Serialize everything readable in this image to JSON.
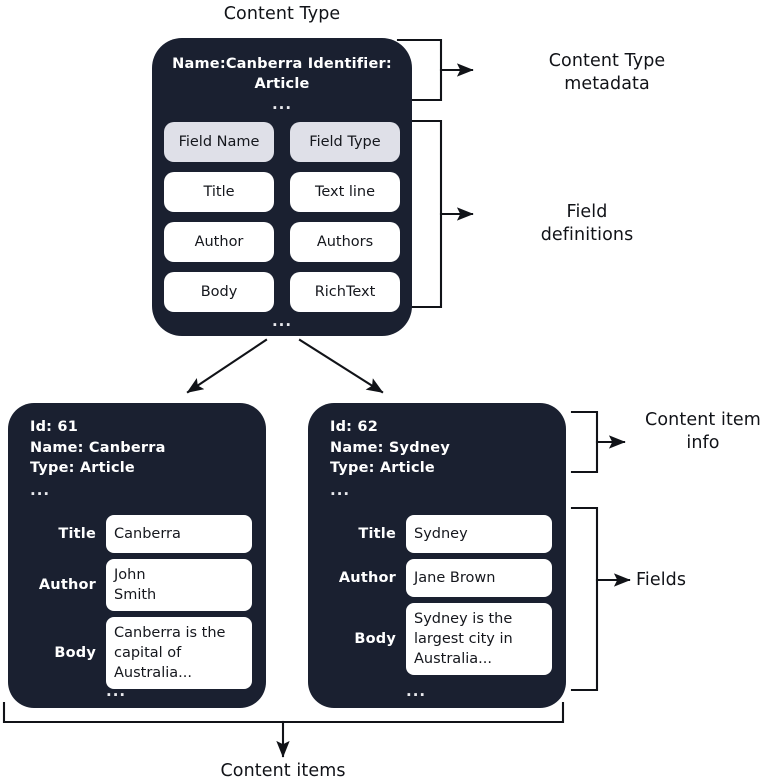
{
  "title_label": "Content Type",
  "bottom_label": "Content items",
  "annotations": {
    "content_type_metadata": "Content Type\nmetadata",
    "field_definitions": "Field\ndefinitions",
    "content_item_info": "Content item\ninfo",
    "fields": "Fields"
  },
  "colors": {
    "card_bg": "#1a2030",
    "header_cell_bg": "#dfe0e8",
    "value_cell_bg": "#ffffff",
    "text_on_dark": "#ffffff",
    "text_on_light": "#15171d",
    "line": "#111318",
    "page_bg": "#ffffff"
  },
  "content_type": {
    "metadata": "Name:Canberra\nIdentifier: Article",
    "metadata_ellipsis": "...",
    "table": {
      "headers": [
        "Field Name",
        "Field Type"
      ],
      "rows": [
        [
          "Title",
          "Text line"
        ],
        [
          "Author",
          "Authors"
        ],
        [
          "Body",
          "RichText"
        ]
      ]
    },
    "fields_ellipsis": "..."
  },
  "content_items": [
    {
      "info": "Id: 61\nName: Canberra\nType: Article",
      "info_ellipsis": "...",
      "fields": [
        {
          "label": "Title",
          "value": "Canberra"
        },
        {
          "label": "Author",
          "value": "John\nSmith"
        },
        {
          "label": "Body",
          "value": "Canberra is the\ncapital of\nAustralia..."
        }
      ],
      "fields_ellipsis": "..."
    },
    {
      "info": "Id: 62\nName: Sydney\nType: Article",
      "info_ellipsis": "...",
      "fields": [
        {
          "label": "Title",
          "value": "Sydney"
        },
        {
          "label": "Author",
          "value": "Jane Brown"
        },
        {
          "label": "Body",
          "value": "Sydney is the\nlargest city in\nAustralia..."
        }
      ],
      "fields_ellipsis": "..."
    }
  ]
}
